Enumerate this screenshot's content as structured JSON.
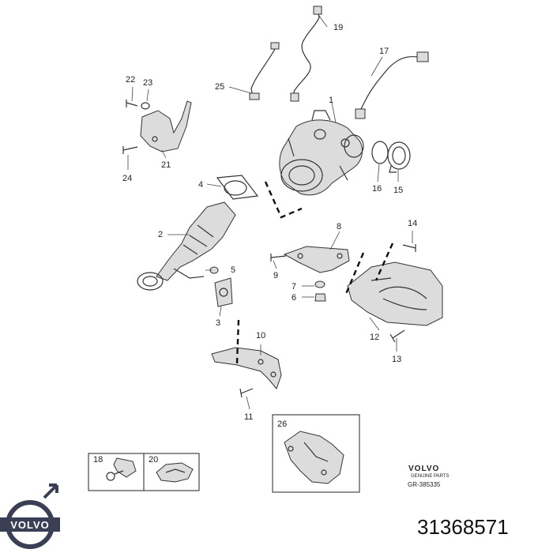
{
  "diagram": {
    "callouts": [
      {
        "id": "1",
        "label": "1"
      },
      {
        "id": "2",
        "label": "2"
      },
      {
        "id": "3",
        "label": "3"
      },
      {
        "id": "4",
        "label": "4"
      },
      {
        "id": "5",
        "label": "5"
      },
      {
        "id": "6",
        "label": "6"
      },
      {
        "id": "7",
        "label": "7"
      },
      {
        "id": "8",
        "label": "8"
      },
      {
        "id": "9",
        "label": "9"
      },
      {
        "id": "10",
        "label": "10"
      },
      {
        "id": "11",
        "label": "11"
      },
      {
        "id": "12",
        "label": "12"
      },
      {
        "id": "13",
        "label": "13"
      },
      {
        "id": "14",
        "label": "14"
      },
      {
        "id": "15",
        "label": "15"
      },
      {
        "id": "16",
        "label": "16"
      },
      {
        "id": "17",
        "label": "17"
      },
      {
        "id": "18",
        "label": "18"
      },
      {
        "id": "19",
        "label": "19"
      },
      {
        "id": "20",
        "label": "20"
      },
      {
        "id": "21",
        "label": "21"
      },
      {
        "id": "22",
        "label": "22"
      },
      {
        "id": "23",
        "label": "23"
      },
      {
        "id": "24",
        "label": "24"
      },
      {
        "id": "25",
        "label": "25"
      },
      {
        "id": "26",
        "label": "26"
      }
    ],
    "brand": {
      "name": "VOLVO",
      "tagline": "GENUINE PARTS",
      "reference": "GR-385335"
    },
    "logo": {
      "text": "VOLVO",
      "color": "#3a3f55"
    },
    "part_number": "31368571"
  }
}
